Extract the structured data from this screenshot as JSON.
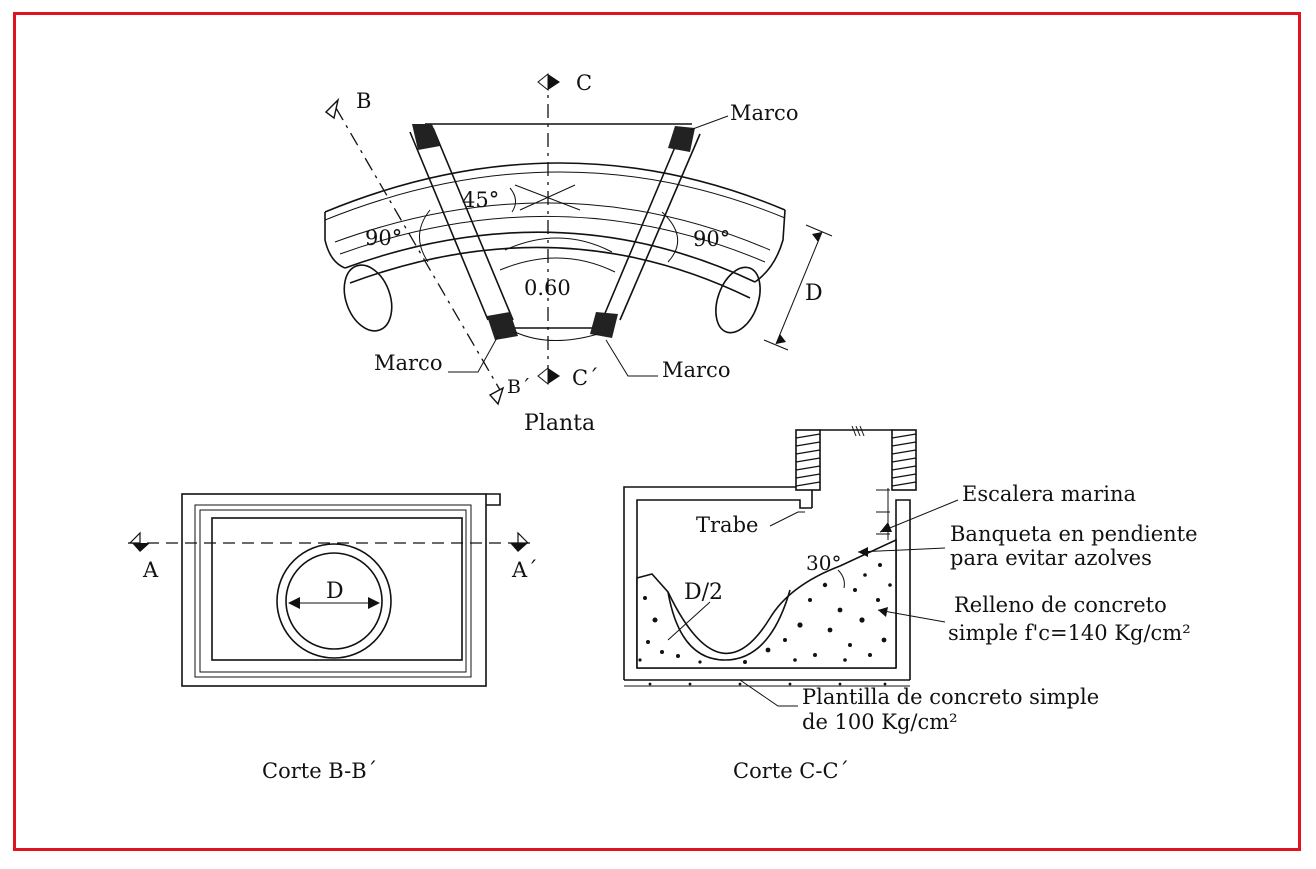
{
  "colors": {
    "frame": "#e0141c",
    "ink": "#111111",
    "background": "#ffffff"
  },
  "planta": {
    "title": "Planta",
    "marco_top_right": "Marco",
    "marco_bottom_left": "Marco",
    "marco_bottom_right": "Marco",
    "angle_left": "90°",
    "angle_right": "90°",
    "angle_center": "45°",
    "width_label": "0.60",
    "diameter_label": "D",
    "cut_b": "B",
    "cut_b_prime": "B´",
    "cut_c": "C",
    "cut_c_prime": "C´"
  },
  "corte_bb": {
    "title": "Corte B-B´",
    "cut_a": "A",
    "cut_a_prime": "A´",
    "diameter_label": "D"
  },
  "corte_cc": {
    "title": "Corte C-C´",
    "trabe": "Trabe",
    "half_diameter": "D/2",
    "angle": "30°",
    "escalera": "Escalera marina",
    "banqueta_line1": "Banqueta en pendiente",
    "banqueta_line2": "para evitar azolves",
    "relleno_line1": "Relleno de concreto",
    "relleno_line2": "simple f'c=140 Kg/cm²",
    "plantilla_line1": "Plantilla de concreto simple",
    "plantilla_line2": "de 100 Kg/cm²"
  }
}
